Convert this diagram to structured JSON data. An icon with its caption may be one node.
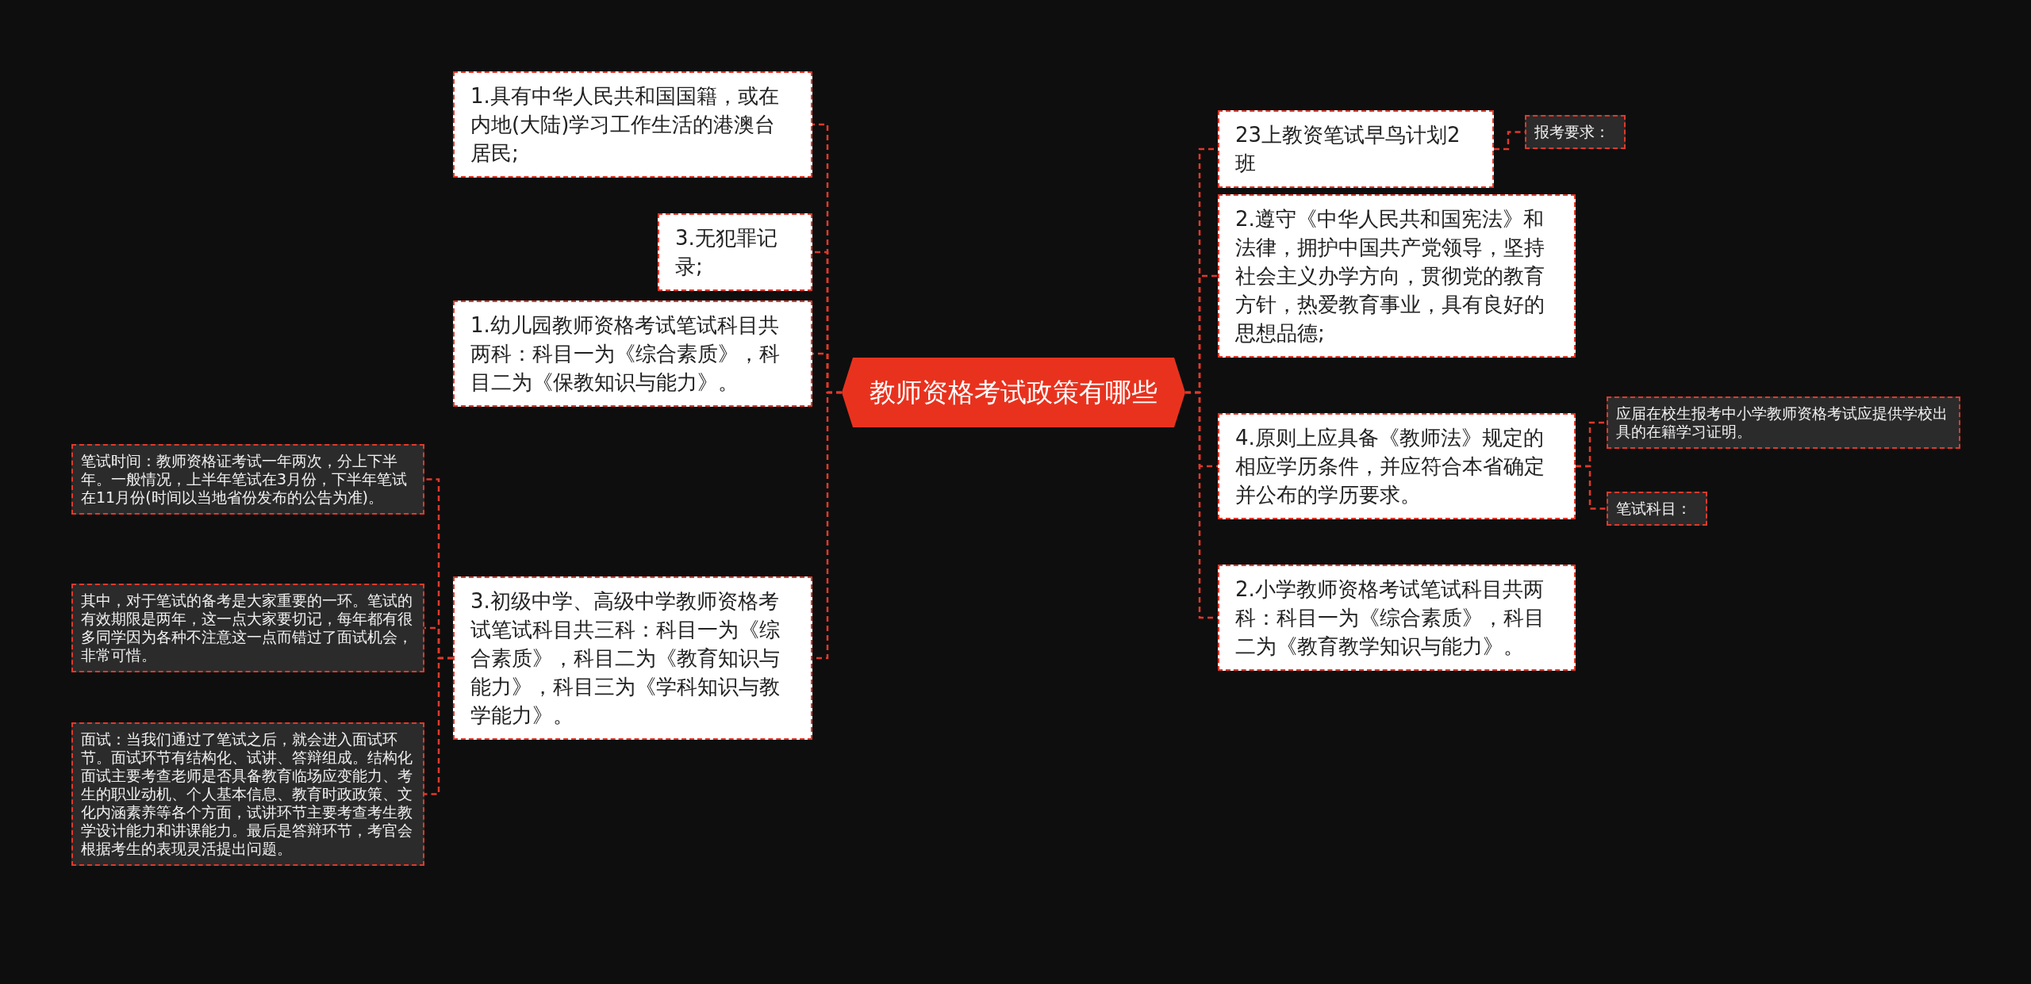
{
  "diagram": {
    "nodes": [
      {
        "text": [
          "教师资格考试政策有哪些"
        ]
      },
      {
        "text": [
          "1.具有中华人民共和国国籍，或在内地(大陆)学习工作生活的港澳台居民;"
        ]
      },
      {
        "text": [
          "3.无犯罪记录;"
        ]
      },
      {
        "text": [
          "1.幼儿园教师资格考试笔试科目共两科：科目一为《综合素质》，科目二为《保教知识与能力》。"
        ]
      },
      {
        "text": [
          "3.初级中学、高级中学教师资格考试笔试科目共三科：科目一为《综合素质》，科目二为《教育知识与能力》，科目三为《学科知识与教学能力》。"
        ]
      },
      {
        "text": [
          "笔试时间：教师资格证考试一年两次，分上下半年。一般情况，上半年笔试在3月份，下半年笔试在11月份(时间以当地省份发布的公告为准)。"
        ]
      },
      {
        "text": [
          "其中，对于笔试的备考是大家重要的一环。笔试的有效期限是两年，这一点大家要切记，每年都有很多同学因为各种不注意这一点而错过了面试机会，非常可惜。"
        ]
      },
      {
        "text": [
          "面试：当我们通过了笔试之后，就会进入面试环节。面试环节有结构化、试讲、答辩组成。结构化面试主要考查老师是否具备教育临场应变能力、考生的职业动机、个人基本信息、教育时政政策、文化内涵素养等各个方面，试讲环节主要考查考生教学设计能力和讲课能力。最后是答辩环节，考官会根据考生的表现灵活提出问题。"
        ]
      },
      {
        "text": [
          "23上教资笔试早鸟计划2班"
        ]
      },
      {
        "text": [
          "报考要求："
        ]
      },
      {
        "text": [
          "2.遵守《中华人民共和国宪法》和法律，拥护中国共产党领导，坚持社会主义办学方向，贯彻党的教育方针，热爱教育事业，具有良好的思想品德;"
        ]
      },
      {
        "text": [
          "4.原则上应具备《教师法》规定的相应学历条件，并应符合本省确定并公布的学历要求。"
        ]
      },
      {
        "text": [
          "应届在校生报考中小学教师资格考试应提供学校出具的在籍学习证明。"
        ]
      },
      {
        "text": [
          "笔试科目："
        ]
      },
      {
        "text": [
          "2.小学教师资格考试笔试科目共两科：科目一为《综合素质》，科目二为《教育教学知识与能力》。"
        ]
      }
    ],
    "edges": [
      {
        "from": 0,
        "to": 1,
        "arrow": "none"
      },
      {
        "from": 0,
        "to": 2,
        "arrow": "none"
      },
      {
        "from": 0,
        "to": 3,
        "arrow": "none"
      },
      {
        "from": 0,
        "to": 4,
        "arrow": "none"
      },
      {
        "from": 4,
        "to": 5,
        "arrow": "none"
      },
      {
        "from": 4,
        "to": 6,
        "arrow": "none"
      },
      {
        "from": 4,
        "to": 7,
        "arrow": "none"
      },
      {
        "from": 0,
        "to": 8,
        "arrow": "none"
      },
      {
        "from": 8,
        "to": 9,
        "arrow": "none"
      },
      {
        "from": 0,
        "to": 10,
        "arrow": "none"
      },
      {
        "from": 0,
        "to": 11,
        "arrow": "none"
      },
      {
        "from": 11,
        "to": 12,
        "arrow": "none"
      },
      {
        "from": 11,
        "to": 13,
        "arrow": "none"
      },
      {
        "from": 0,
        "to": 14,
        "arrow": "none"
      }
    ]
  }
}
